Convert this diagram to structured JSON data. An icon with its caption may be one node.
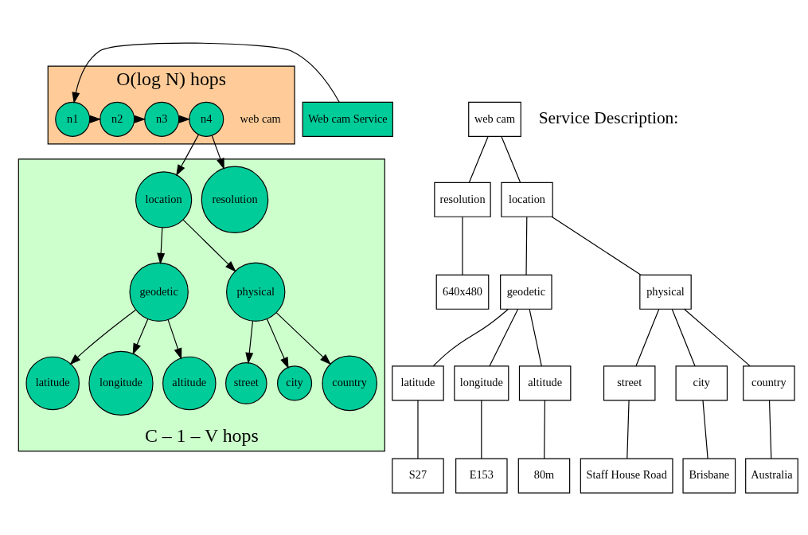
{
  "diagram": {
    "nodes": [
      {
        "text": [
          "O(log N) hops"
        ]
      },
      {
        "text": [
          "Web cam Service"
        ]
      },
      {
        "text": [
          "n1"
        ],
        "in": 0
      },
      {
        "text": [
          "n2"
        ],
        "in": 0
      },
      {
        "text": [
          "n3"
        ],
        "in": 0
      },
      {
        "text": [
          "n4"
        ],
        "in": 0,
        "beside": [
          "web cam"
        ]
      },
      {
        "text": [
          "C – 1 – V hops"
        ]
      },
      {
        "text": [
          "resolution"
        ],
        "in": 6
      },
      {
        "text": [
          "location"
        ],
        "in": 6
      },
      {
        "text": [
          "geodetic"
        ],
        "in": 6
      },
      {
        "text": [
          "physical"
        ],
        "in": 6
      },
      {
        "text": [
          "latitude"
        ],
        "in": 6
      },
      {
        "text": [
          "longitude"
        ],
        "in": 6
      },
      {
        "text": [
          "altitude"
        ],
        "in": 6
      },
      {
        "text": [
          "street"
        ],
        "in": 6
      },
      {
        "text": [
          "city"
        ],
        "in": 6
      },
      {
        "text": [
          "country"
        ],
        "in": 6
      },
      {
        "text": [
          "web cam"
        ]
      },
      {
        "text": [
          "resolution"
        ]
      },
      {
        "text": [
          "location"
        ]
      },
      {
        "text": [
          "640x480"
        ]
      },
      {
        "text": [
          "geodetic"
        ]
      },
      {
        "text": [
          "physical"
        ]
      },
      {
        "text": [
          "latitude"
        ]
      },
      {
        "text": [
          "longitude"
        ]
      },
      {
        "text": [
          "altitude"
        ]
      },
      {
        "text": [
          "street"
        ]
      },
      {
        "text": [
          "city"
        ]
      },
      {
        "text": [
          "country"
        ]
      },
      {
        "text": [
          "S27"
        ]
      },
      {
        "text": [
          "E153"
        ]
      },
      {
        "text": [
          "80m"
        ]
      },
      {
        "text": [
          "Staff House Road"
        ]
      },
      {
        "text": [
          "Brisbane"
        ]
      },
      {
        "text": [
          "Australia"
        ]
      }
    ],
    "edges": [
      {
        "from": 1,
        "to": 2,
        "arrow": "to"
      },
      {
        "from": 2,
        "to": 3,
        "arrow": "to"
      },
      {
        "from": 3,
        "to": 4,
        "arrow": "to"
      },
      {
        "from": 4,
        "to": 5,
        "arrow": "to"
      },
      {
        "from": 5,
        "to": 7,
        "arrow": "to"
      },
      {
        "from": 5,
        "to": 8,
        "arrow": "to"
      },
      {
        "from": 8,
        "to": 9,
        "arrow": "to"
      },
      {
        "from": 8,
        "to": 10,
        "arrow": "to"
      },
      {
        "from": 9,
        "to": 11,
        "arrow": "to"
      },
      {
        "from": 9,
        "to": 12,
        "arrow": "to"
      },
      {
        "from": 9,
        "to": 13,
        "arrow": "to"
      },
      {
        "from": 10,
        "to": 14,
        "arrow": "to"
      },
      {
        "from": 10,
        "to": 15,
        "arrow": "to"
      },
      {
        "from": 10,
        "to": 16,
        "arrow": "to"
      },
      {
        "from": 17,
        "to": 18,
        "arrow": "none"
      },
      {
        "from": 17,
        "to": 19,
        "arrow": "none"
      },
      {
        "from": 18,
        "to": 20,
        "arrow": "none"
      },
      {
        "from": 19,
        "to": 21,
        "arrow": "none"
      },
      {
        "from": 19,
        "to": 22,
        "arrow": "none"
      },
      {
        "from": 21,
        "to": 23,
        "arrow": "none"
      },
      {
        "from": 21,
        "to": 24,
        "arrow": "none"
      },
      {
        "from": 21,
        "to": 25,
        "arrow": "none"
      },
      {
        "from": 22,
        "to": 26,
        "arrow": "none"
      },
      {
        "from": 22,
        "to": 27,
        "arrow": "none"
      },
      {
        "from": 22,
        "to": 28,
        "arrow": "none"
      },
      {
        "from": 23,
        "to": 29,
        "arrow": "none"
      },
      {
        "from": 24,
        "to": 30,
        "arrow": "none"
      },
      {
        "from": 25,
        "to": 31,
        "arrow": "none"
      },
      {
        "from": 26,
        "to": 32,
        "arrow": "none"
      },
      {
        "from": 27,
        "to": 33,
        "arrow": "none"
      },
      {
        "from": 28,
        "to": 34,
        "arrow": "none"
      }
    ],
    "labels": [
      "Service Description:"
    ]
  }
}
